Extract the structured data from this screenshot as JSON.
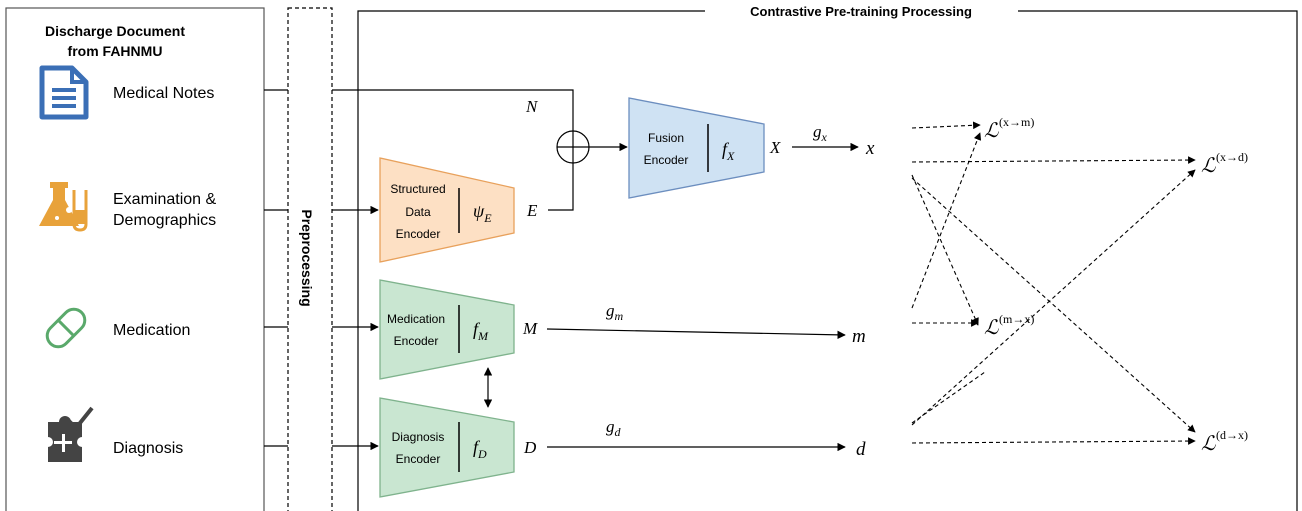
{
  "source_panel": {
    "title_line1": "Discharge Document",
    "title_line2": "from FAHNMU",
    "items": [
      {
        "label": "Medical Notes",
        "icon": "document-icon"
      },
      {
        "label_line1": "Examination &",
        "label_line2": "Demographics",
        "icon": "flask-icon"
      },
      {
        "label": "Medication",
        "icon": "pill-icon"
      },
      {
        "label": "Diagnosis",
        "icon": "puzzle-check-icon"
      }
    ]
  },
  "preprocessing": {
    "label": "Preprocessing"
  },
  "contrastive_panel": {
    "title": "Contrastive Pre-training Processing"
  },
  "encoders": {
    "structured": {
      "line1": "Structured",
      "line2": "Data",
      "line3": "Encoder",
      "fn": "ψ",
      "fn_sub": "E",
      "output": "E"
    },
    "fusion": {
      "line1": "Fusion",
      "line2": "Encoder",
      "fn": "f",
      "fn_sub": "X",
      "output": "X"
    },
    "medication": {
      "line1": "Medication",
      "line2": "Encoder",
      "fn": "f",
      "fn_sub": "M",
      "output": "M"
    },
    "diagnosis": {
      "line1": "Diagnosis",
      "line2": "Encoder",
      "fn": "f",
      "fn_sub": "D",
      "output": "D"
    }
  },
  "notes_symbol": "N",
  "projections": {
    "gx": {
      "g": "g",
      "sub": "x",
      "out": "x"
    },
    "gm": {
      "g": "g",
      "sub": "m",
      "out": "m"
    },
    "gd": {
      "g": "g",
      "sub": "d",
      "out": "d"
    }
  },
  "losses": [
    {
      "sup": "(x→m)"
    },
    {
      "sup": "(x→d)"
    },
    {
      "sup": "(m→x)"
    },
    {
      "sup": "(d→x)"
    }
  ],
  "loss_symbol": "ℒ",
  "colors": {
    "fusion_fill": "#cfe2f3",
    "fusion_stroke": "#6c8ebf",
    "structured_fill": "#fde0c4",
    "structured_stroke": "#e8a15c",
    "med_fill": "#c9e6d1",
    "med_stroke": "#7fb38d",
    "icon_blue": "#3b6fb6",
    "icon_orange": "#e8a23a",
    "icon_green": "#5aa96b",
    "icon_dark": "#444444"
  }
}
